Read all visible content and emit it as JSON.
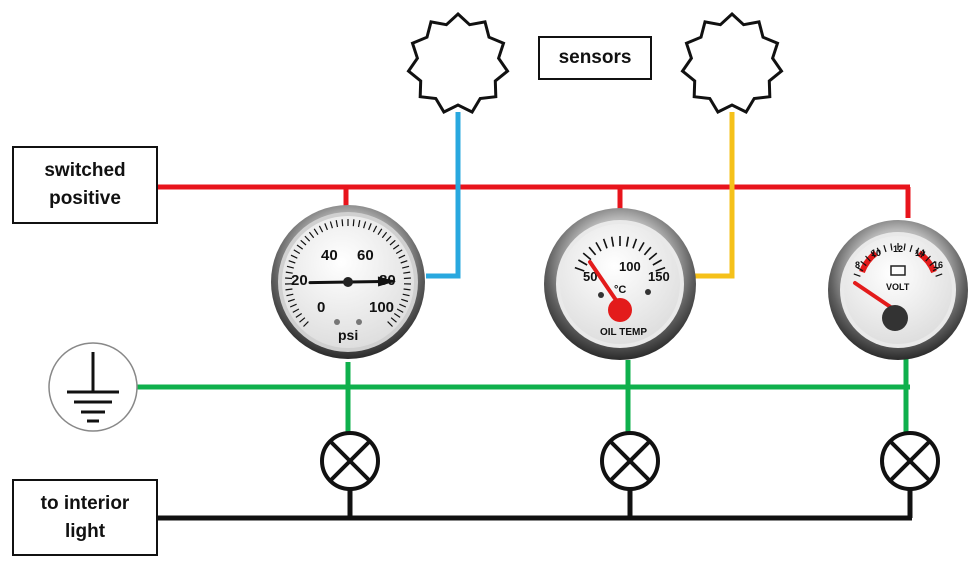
{
  "labels": {
    "switched_positive": [
      "switched",
      "positive"
    ],
    "sensors": "sensors",
    "interior_light": [
      "to interior",
      "light"
    ]
  },
  "colors": {
    "positive_wire": "#e8141c",
    "ground_wire": "#0fb04c",
    "light_wire": "#111111",
    "pressure_sensor_wire": "#29a8df",
    "temp_sensor_wire": "#f5c11a"
  },
  "gauges": {
    "pressure": {
      "ticks": [
        "0",
        "20",
        "40",
        "60",
        "80",
        "100"
      ],
      "unit": "psi",
      "needle_value": 83
    },
    "temperature": {
      "ticks": [
        "50",
        "100",
        "150"
      ],
      "unit": "°C",
      "caption": "OIL TEMP"
    },
    "volt": {
      "ticks": [
        "8",
        "10",
        "12",
        "14",
        "16"
      ],
      "caption": "VOLT"
    }
  },
  "icons": {
    "ground": "ground-symbol-icon",
    "lamp": "lamp-symbol-icon",
    "sensor": "sensor-starburst-icon"
  }
}
